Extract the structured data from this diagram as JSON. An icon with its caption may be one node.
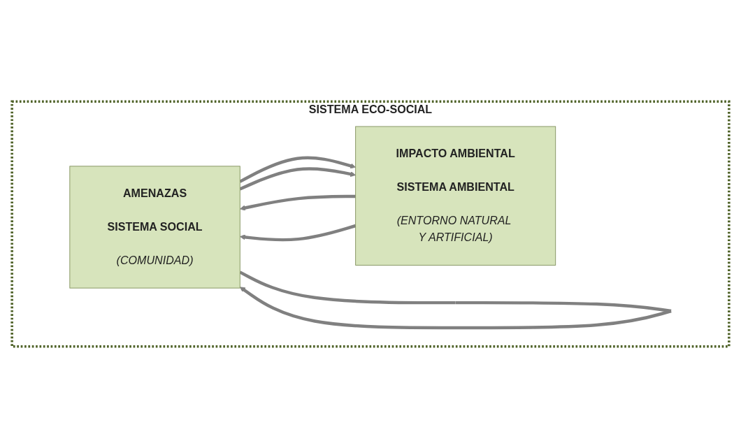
{
  "diagram": {
    "nodes": [
      {
        "text": [
          "SISTEMA ECO-SOCIAL"
        ]
      },
      {
        "text": [
          "AMENAZAS",
          "SISTEMA SOCIAL",
          "(COMUNIDAD)"
        ],
        "in": 0
      },
      {
        "text": [
          "IMPACTO AMBIENTAL",
          "SISTEMA AMBIENTAL",
          "(ENTORNO NATURAL Y ARTIFICIAL)"
        ],
        "in": 0
      }
    ],
    "edges": [
      {
        "from": 1,
        "to": 2,
        "arrow": "to"
      },
      {
        "from": 2,
        "to": 1,
        "arrow": "to"
      },
      {
        "from": 1,
        "to": 2,
        "arrow": "to"
      },
      {
        "from": 2,
        "to": 1,
        "arrow": "to"
      },
      {
        "from": 1,
        "to": 1,
        "arrow": "to"
      }
    ]
  }
}
